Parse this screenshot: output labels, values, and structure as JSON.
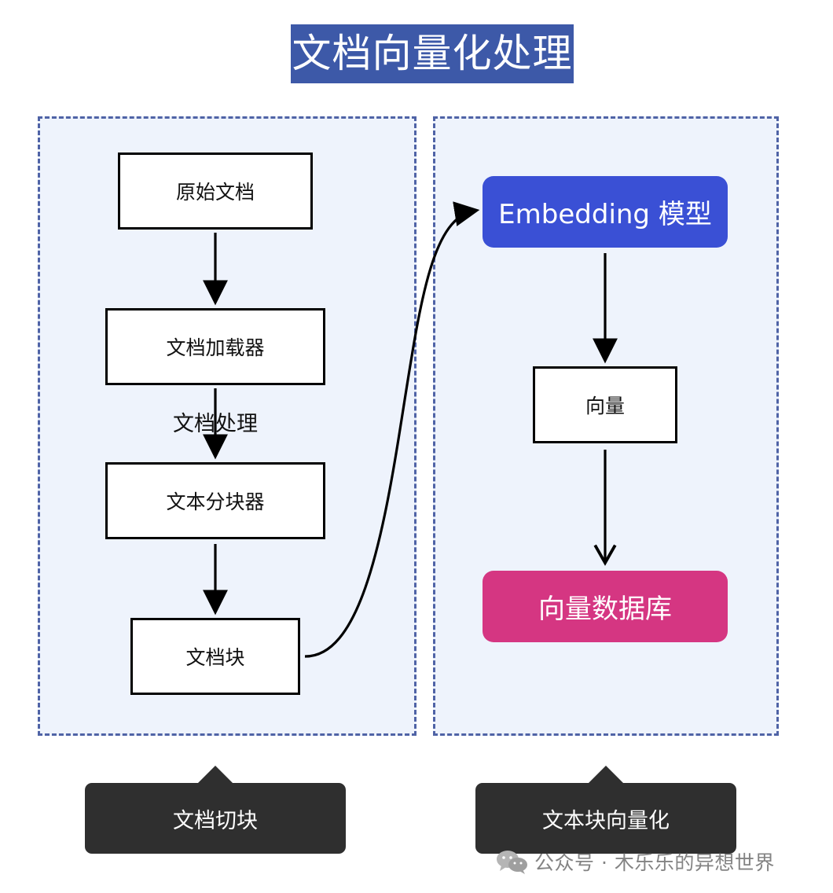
{
  "title": "文档向量化处理",
  "left_panel": {
    "nodes": {
      "raw": "原始文档",
      "loader": "文档加载器",
      "splitter": "文本分块器",
      "chunk": "文档块"
    },
    "process_label": "文档处理",
    "callout": "文档切块"
  },
  "right_panel": {
    "nodes": {
      "embedding": "Embedding 模型",
      "vector": "向量",
      "vector_db": "向量数据库"
    },
    "callout": "文本块向量化"
  },
  "colors": {
    "title_bg": "#3d59a8",
    "panel_bg": "#eef3fc",
    "panel_border": "#4f63a6",
    "embedding_bg": "#3a50d5",
    "vector_db_bg": "#d53682",
    "callout_bg": "#2f2f2f"
  },
  "watermark": {
    "icon": "wechat-icon",
    "text": "公众号 · 木乐乐的异想世界"
  }
}
